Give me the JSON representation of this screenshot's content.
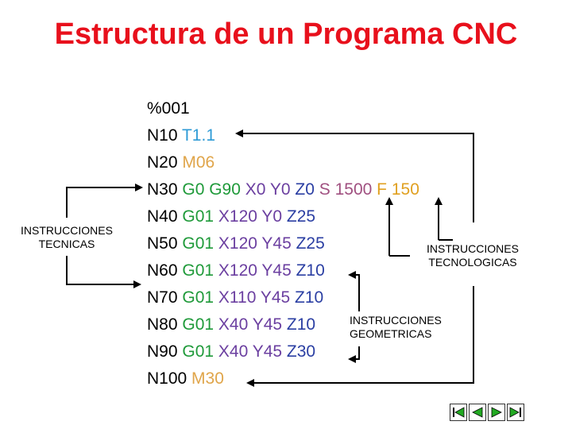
{
  "title": "Estructura de un Programa CNC",
  "colors": {
    "title": "#e8101c",
    "black": "#000000",
    "t_code": "#2f9bd6",
    "m_code": "#e0a54a",
    "g_code": "#1f9a3a",
    "xy_coord": "#6b3fa0",
    "z_coord": "#2b3fa3",
    "s_code": "#a05080",
    "f_code": "#e0a020"
  },
  "program": [
    [
      {
        "t": "%001",
        "c": "black"
      }
    ],
    [
      {
        "t": "N10 ",
        "c": "black"
      },
      {
        "t": "T1.1",
        "c": "t_code"
      }
    ],
    [
      {
        "t": "N20 ",
        "c": "black"
      },
      {
        "t": "M06",
        "c": "m_code"
      }
    ],
    [
      {
        "t": "N30 ",
        "c": "black"
      },
      {
        "t": "G0 G90 ",
        "c": "g_code"
      },
      {
        "t": "X0 Y0 ",
        "c": "xy_coord"
      },
      {
        "t": "Z0 ",
        "c": "z_coord"
      },
      {
        "t": "S 1500 ",
        "c": "s_code"
      },
      {
        "t": "F 150",
        "c": "f_code"
      }
    ],
    [
      {
        "t": "N40 ",
        "c": "black"
      },
      {
        "t": "G01 ",
        "c": "g_code"
      },
      {
        "t": "X120 Y0 ",
        "c": "xy_coord"
      },
      {
        "t": "Z25",
        "c": "z_coord"
      }
    ],
    [
      {
        "t": "N50 ",
        "c": "black"
      },
      {
        "t": "G01 ",
        "c": "g_code"
      },
      {
        "t": "X120 Y45 ",
        "c": "xy_coord"
      },
      {
        "t": "Z25",
        "c": "z_coord"
      }
    ],
    [
      {
        "t": "N60 ",
        "c": "black"
      },
      {
        "t": "G01 ",
        "c": "g_code"
      },
      {
        "t": "X120 Y45 ",
        "c": "xy_coord"
      },
      {
        "t": "Z10",
        "c": "z_coord"
      }
    ],
    [
      {
        "t": "N70 ",
        "c": "black"
      },
      {
        "t": "G01 ",
        "c": "g_code"
      },
      {
        "t": "X110 Y45 ",
        "c": "xy_coord"
      },
      {
        "t": "Z10",
        "c": "z_coord"
      }
    ],
    [
      {
        "t": "N80 ",
        "c": "black"
      },
      {
        "t": "G01 ",
        "c": "g_code"
      },
      {
        "t": "X40 Y45 ",
        "c": "xy_coord"
      },
      {
        "t": "Z10",
        "c": "z_coord"
      }
    ],
    [
      {
        "t": "N90 ",
        "c": "black"
      },
      {
        "t": "G01 ",
        "c": "g_code"
      },
      {
        "t": "X40 Y45 ",
        "c": "xy_coord"
      },
      {
        "t": "Z30",
        "c": "z_coord"
      }
    ],
    [
      {
        "t": "N100 ",
        "c": "black"
      },
      {
        "t": "M30",
        "c": "m_code"
      }
    ]
  ],
  "labels": {
    "tecnicas": [
      "INSTRUCCIONES",
      "TECNICAS"
    ],
    "tecnologicas": [
      "INSTRUCCIONES",
      "TECNOLOGICAS"
    ],
    "geometricas": [
      "INSTRUCCIONES",
      "GEOMETRICAS"
    ]
  },
  "nav": [
    "first-slide-icon",
    "prev-slide-icon",
    "next-slide-icon",
    "last-slide-icon"
  ]
}
